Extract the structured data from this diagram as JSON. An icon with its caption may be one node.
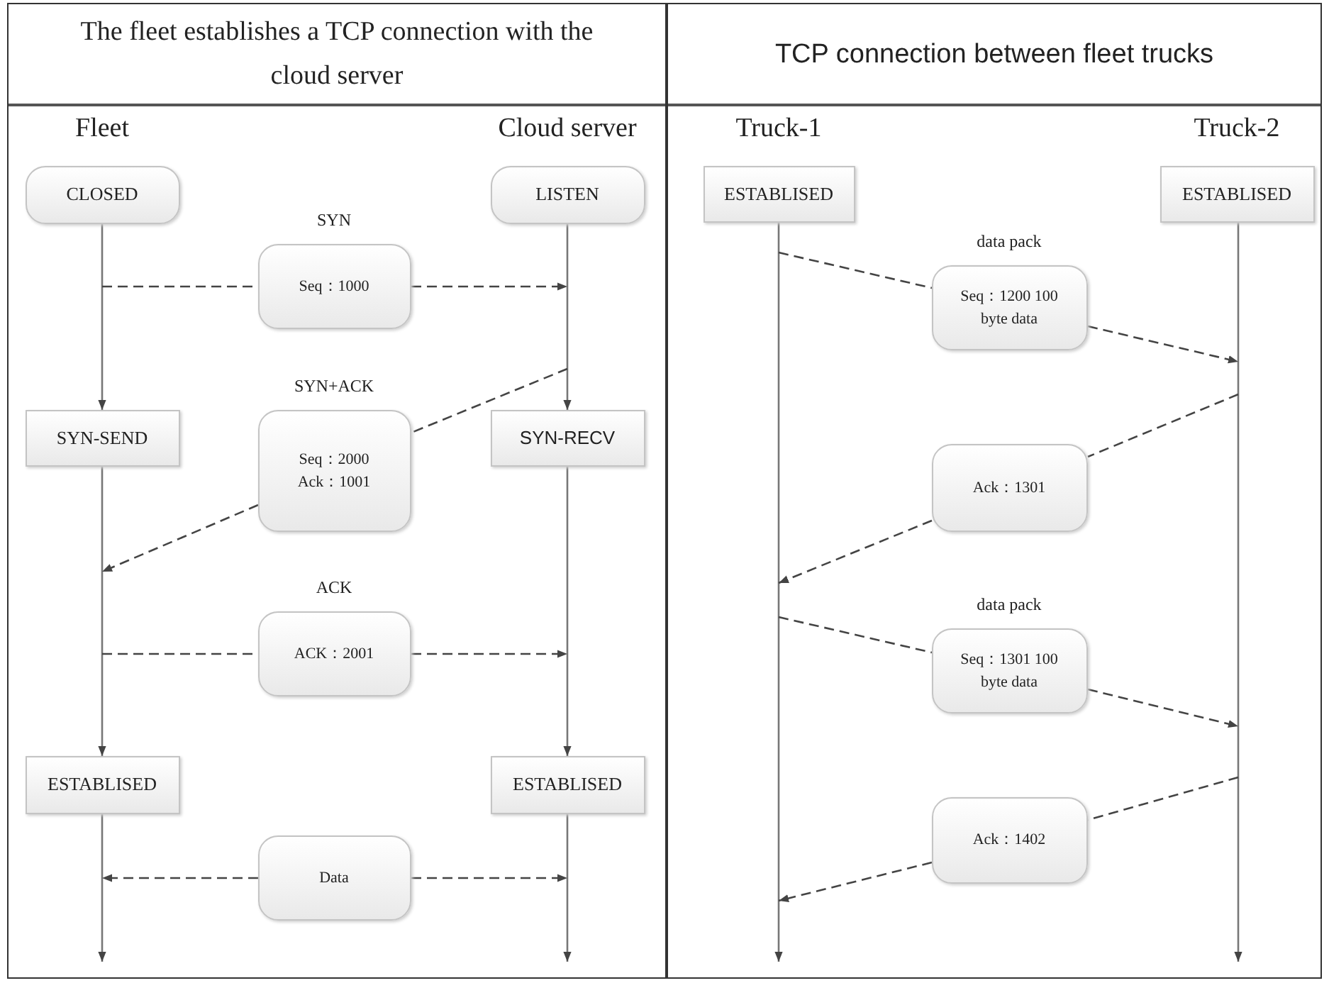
{
  "diagram": {
    "nodes": [
      {
        "text": [
          "The fleet establishes a TCP connection with the cloud server"
        ]
      },
      {
        "text": [
          "TCP connection between fleet trucks"
        ]
      },
      {
        "text": [
          "CLOSED"
        ],
        "in": 0
      },
      {
        "text": [
          "LISTEN"
        ],
        "in": 0
      },
      {
        "text": [
          "SYN-SEND"
        ],
        "in": 0
      },
      {
        "text": [
          "SYN-RECV"
        ],
        "in": 0
      },
      {
        "text": [
          "ESTABLISED"
        ],
        "in": 0
      },
      {
        "text": [
          "ESTABLISED"
        ],
        "in": 0
      },
      {
        "text": [
          "SYN",
          "Seq：1000"
        ],
        "in": 0
      },
      {
        "text": [
          "SYN+ACK",
          "Seq：2000 Ack：1001"
        ],
        "in": 0
      },
      {
        "text": [
          "ACK",
          "ACK：2001"
        ],
        "in": 0
      },
      {
        "text": [
          "Data"
        ],
        "in": 0
      },
      {
        "text": [
          "ESTABLISED"
        ],
        "in": 1
      },
      {
        "text": [
          "ESTABLISED"
        ],
        "in": 1
      },
      {
        "text": [
          "data pack",
          "Seq：1200 100 byte data"
        ],
        "in": 1
      },
      {
        "text": [
          "Ack：1301"
        ],
        "in": 1
      },
      {
        "text": [
          "data pack",
          "Seq：1301 100 byte data"
        ],
        "in": 1
      },
      {
        "text": [
          "Ack：1402"
        ],
        "in": 1
      }
    ],
    "edges": [
      {
        "from": 2,
        "to": 4,
        "arrow": "to"
      },
      {
        "from": 3,
        "to": 5,
        "arrow": "to"
      },
      {
        "from": 4,
        "to": 6,
        "arrow": "to"
      },
      {
        "from": 5,
        "to": 7,
        "arrow": "to"
      },
      {
        "from": 6,
        "to": null,
        "arrow": "to"
      },
      {
        "from": 7,
        "to": null,
        "arrow": "to"
      },
      {
        "from": null,
        "to": 8,
        "arrow": "none",
        "style": "dashed"
      },
      {
        "from": 8,
        "to": null,
        "arrow": "to",
        "style": "dashed"
      },
      {
        "from": null,
        "to": 9,
        "arrow": "none",
        "style": "dashed"
      },
      {
        "from": 9,
        "to": null,
        "arrow": "to",
        "style": "dashed"
      },
      {
        "from": null,
        "to": 10,
        "arrow": "none",
        "style": "dashed"
      },
      {
        "from": 10,
        "to": null,
        "arrow": "to",
        "style": "dashed"
      },
      {
        "from": 11,
        "to": null,
        "arrow": "to",
        "style": "dashed"
      },
      {
        "from": 11,
        "to": null,
        "arrow": "to",
        "style": "dashed"
      },
      {
        "from": 12,
        "to": null,
        "arrow": "to"
      },
      {
        "from": 13,
        "to": null,
        "arrow": "to"
      },
      {
        "from": null,
        "to": 14,
        "arrow": "none",
        "style": "dashed"
      },
      {
        "from": 14,
        "to": null,
        "arrow": "to",
        "style": "dashed"
      },
      {
        "from": null,
        "to": 15,
        "arrow": "none",
        "style": "dashed"
      },
      {
        "from": 15,
        "to": null,
        "arrow": "to",
        "style": "dashed"
      },
      {
        "from": null,
        "to": 16,
        "arrow": "none",
        "style": "dashed"
      },
      {
        "from": 16,
        "to": null,
        "arrow": "to",
        "style": "dashed"
      },
      {
        "from": null,
        "to": 17,
        "arrow": "none",
        "style": "dashed"
      },
      {
        "from": 17,
        "to": null,
        "arrow": "to",
        "style": "dashed"
      }
    ],
    "labels": [
      "Fleet",
      "Cloud server",
      "Truck-1",
      "Truck-2"
    ]
  }
}
